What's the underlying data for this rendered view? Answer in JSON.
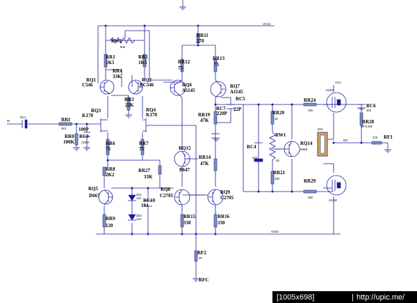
{
  "rails": {
    "vcc": "VCC2",
    "vss": "VSS2"
  },
  "nodes": {
    "in": "IN",
    "rfc": "RFC",
    "out_bo": "BO"
  },
  "components": {
    "rw2": {
      "ref": "RW2",
      "val": "500"
    },
    "rr1": {
      "ref": "RR1",
      "val": "1K5"
    },
    "rr2": {
      "ref": "RR2",
      "val": "1K5"
    },
    "rr4": {
      "ref": "RR4",
      "val": "33K"
    },
    "rq1": {
      "ref": "RQ1",
      "val": "C546"
    },
    "rq2": {
      "ref": "RQ2",
      "val": "BC546"
    },
    "rr3": {
      "ref": "RR3",
      "val": "22K"
    },
    "rq3": {
      "ref": "RQ3",
      "val": "K170"
    },
    "rq4": {
      "ref": "RQ4",
      "val": "K170"
    },
    "rr6": {
      "ref": "RR6",
      "val": "75"
    },
    "rr7": {
      "ref": "RR7",
      "val": "75"
    },
    "rr8": {
      "ref": "RR8",
      "val": "2K2"
    },
    "rr27": {
      "ref": "RR27",
      "val": "33K"
    },
    "rq5": {
      "ref": "RQ5",
      "val": "D667"
    },
    "rr9": {
      "ref": "RR9",
      "val": "120"
    },
    "zd1": {
      "ref": "ZD1",
      "val": "12V"
    },
    "zd2": {
      "ref": "ZD2",
      "val": "12V"
    },
    "rc10": {
      "ref": "RC10",
      "val": "104"
    },
    "rc1": {
      "ref": "RC1",
      "val": ""
    },
    "rr_in": {
      "ref": "RRI",
      "val": "2K2"
    },
    "rr0": {
      "ref": "RR0",
      "val": "100K"
    },
    "rc0": {
      "ref": "RC0",
      "val": "100P"
    },
    "rc0b": {
      "ref": "",
      "val": "CN0H"
    },
    "rr11": {
      "ref": "RR11",
      "val": "270"
    },
    "rr12": {
      "ref": "RR12",
      "val": "75"
    },
    "rr13": {
      "ref": "RR13",
      "val": "75"
    },
    "rq6": {
      "ref": "RQ6",
      "val": "A1145"
    },
    "rq7": {
      "ref": "RQ7",
      "val": "A1145"
    },
    "rc5": {
      "ref": "RC5",
      "val": ""
    },
    "rc7": {
      "ref": "RC7",
      "val": "220P"
    },
    "rc7b": {
      "ref": "",
      "val": "22P"
    },
    "rr19": {
      "ref": "RR19",
      "val": "47K"
    },
    "rq15": {
      "ref": "RQ15",
      "val": "B647"
    },
    "rr14": {
      "ref": "RR14",
      "val": "47K"
    },
    "rq8": {
      "ref": "RQ8",
      "val": "C2705"
    },
    "rq9": {
      "ref": "RQ9",
      "val": "C2705"
    },
    "rr15": {
      "ref": "RR15",
      "val": "330"
    },
    "rr16": {
      "ref": "RR16",
      "val": "330"
    },
    "rf2": {
      "ref": "RF2",
      "val": "2K"
    },
    "rc4": {
      "ref": "RC4",
      "val": "104"
    },
    "rr20": {
      "ref": "RR20",
      "val": "1K"
    },
    "rw1": {
      "ref": "RW1",
      "val": "2K"
    },
    "rq14": {
      "ref": "RQ14",
      "val": "D669"
    },
    "rr21": {
      "ref": "RR21",
      "val": "330"
    },
    "rr24": {
      "ref": "RR24",
      "val": "330"
    },
    "rr29": {
      "ref": "RR29",
      "val": "330"
    },
    "q_top": {
      "ref": "",
      "val": "K1001"
    },
    "q_bot": {
      "ref": "",
      "val": "2SJ92"
    },
    "vcc_small": {
      "ref": "",
      "val": "VCC"
    },
    "rc6": {
      "ref": "RC6",
      "val": "104"
    },
    "rr28": {
      "ref": "RR28",
      "val": "8R-0.5W"
    },
    "rf1": {
      "ref": "RF1",
      "val": "27K"
    },
    "bo_conn": {
      "ref": "",
      "val": "BX1"
    }
  },
  "watermark": "[1005x698]",
  "watermark_url": "http://upic.me/"
}
